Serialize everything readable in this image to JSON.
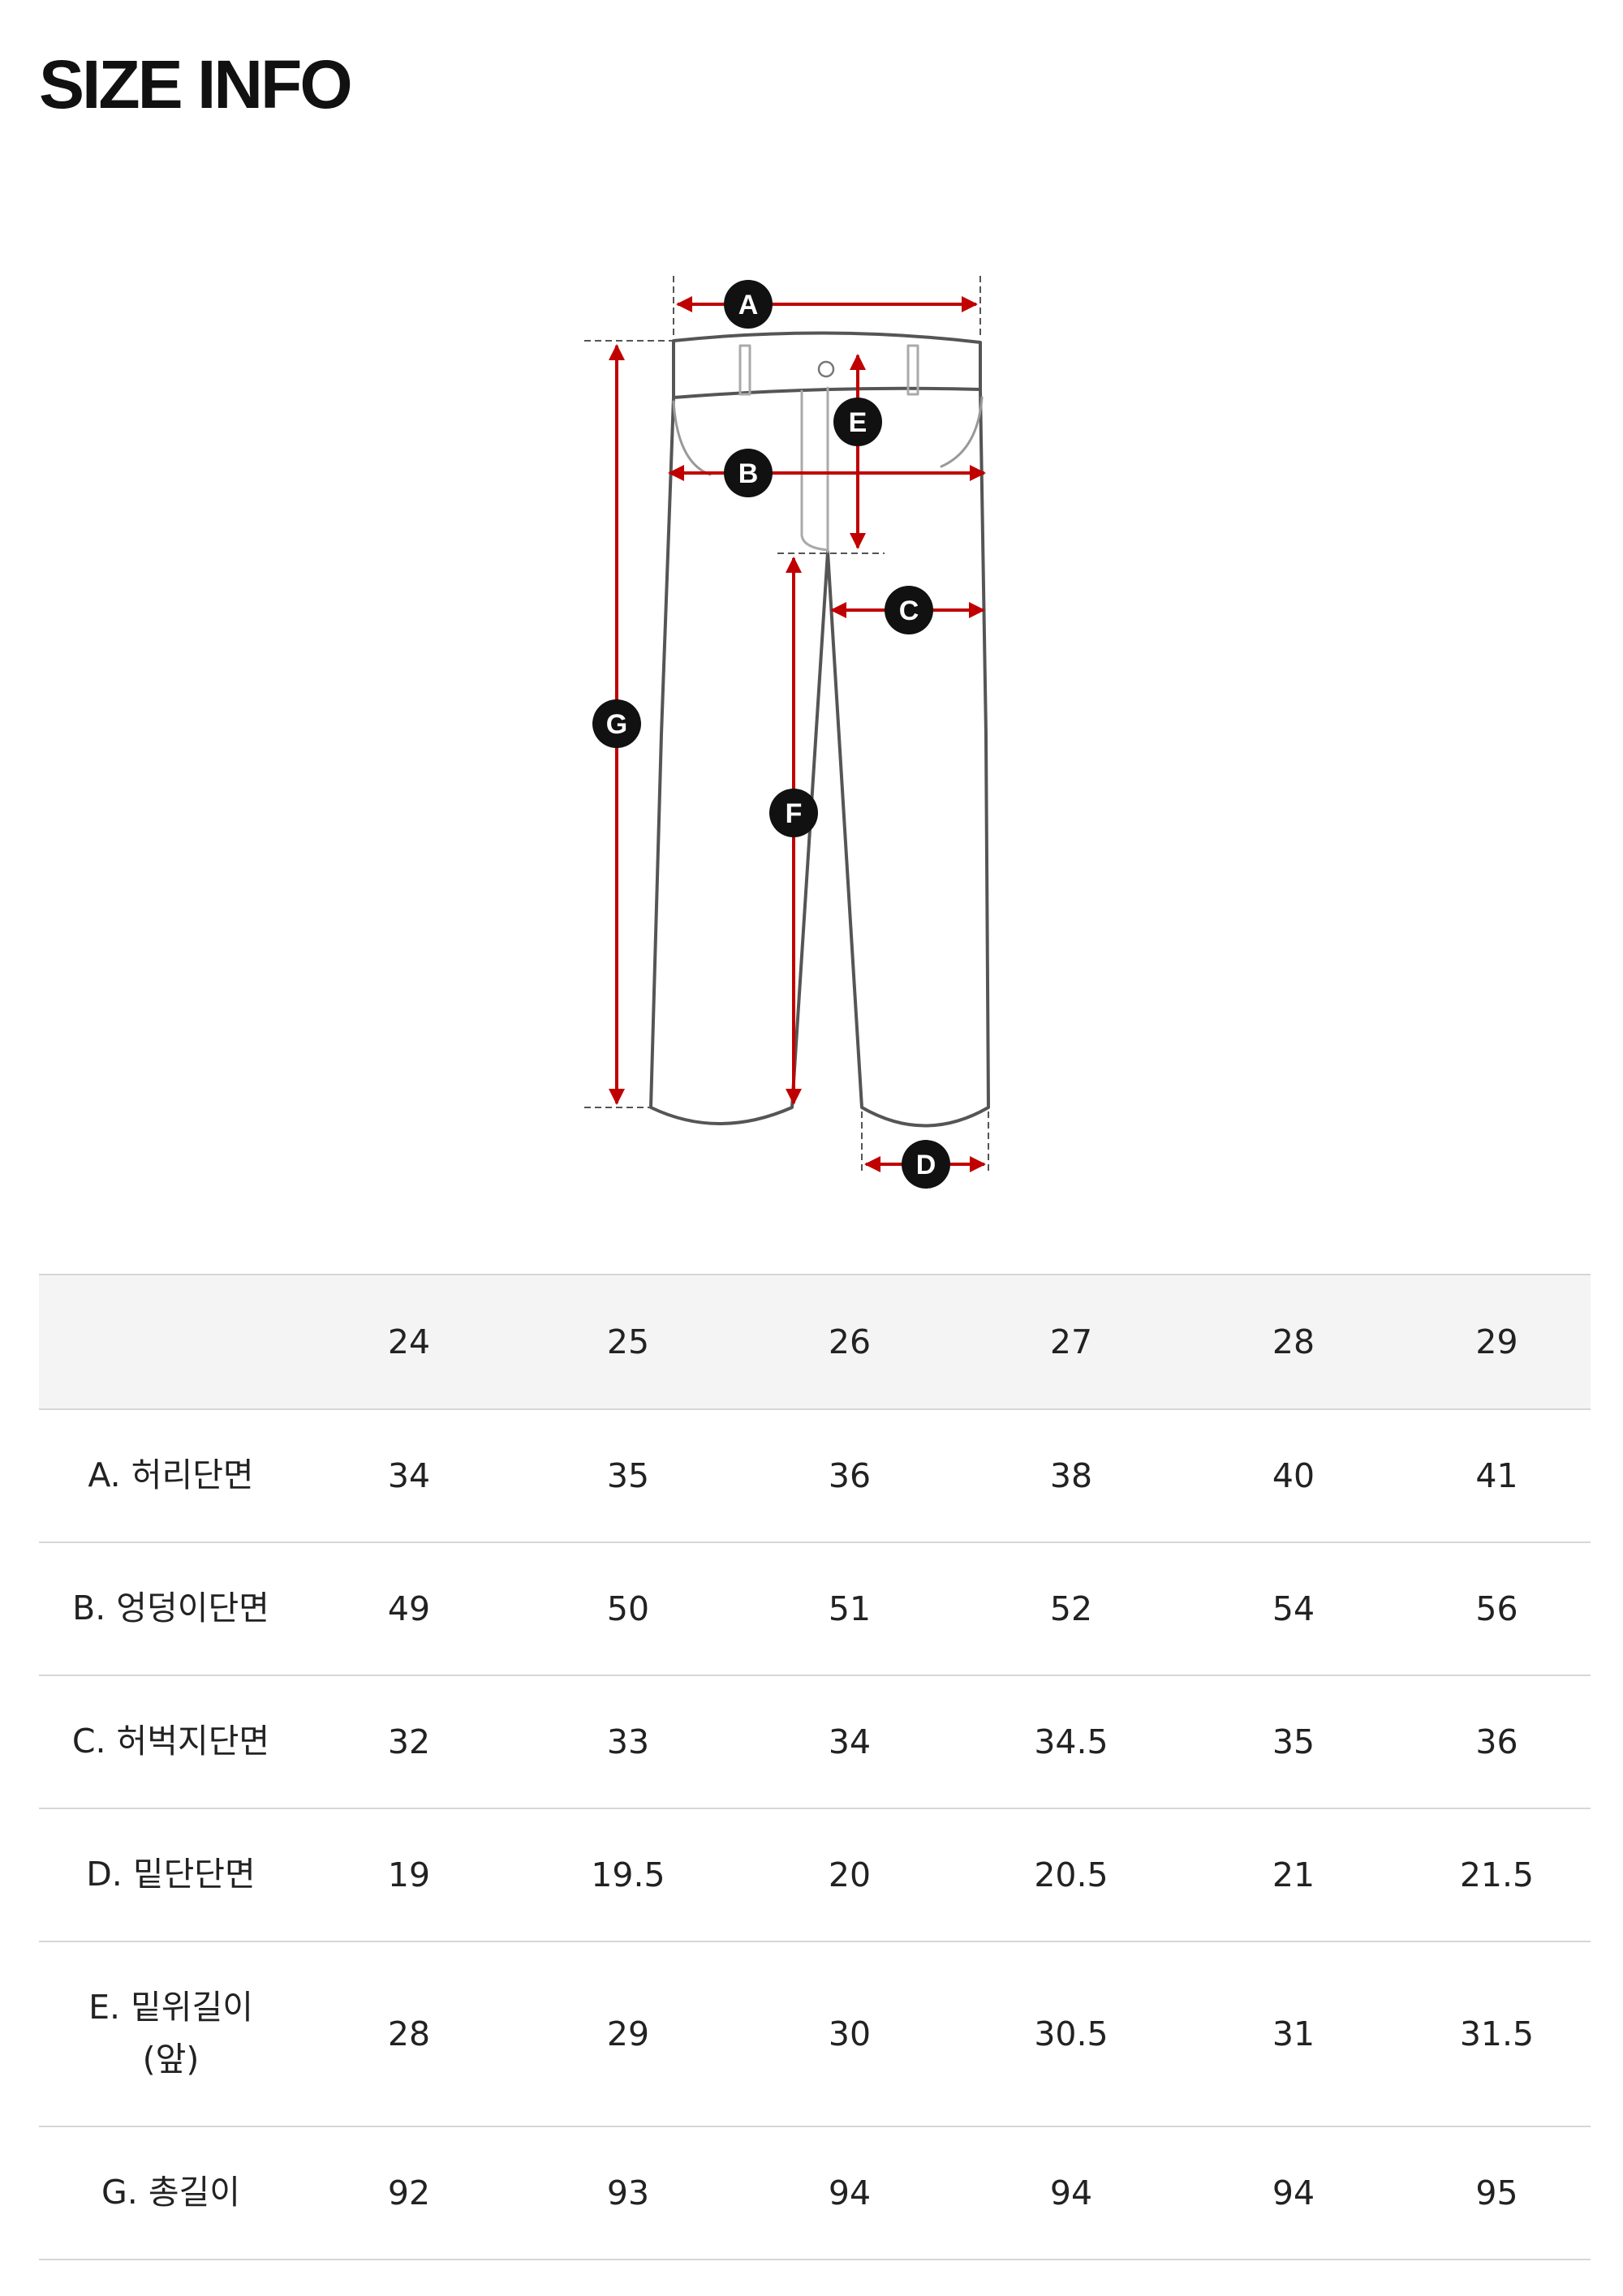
{
  "title": "SIZE INFO",
  "diagram": {
    "markers": [
      "A",
      "B",
      "C",
      "D",
      "E",
      "F",
      "G"
    ],
    "arrow_color": "#c00000",
    "outline_color": "#555555"
  },
  "table": {
    "header": [
      "",
      "24",
      "25",
      "26",
      "27",
      "28",
      "29"
    ],
    "rows": [
      {
        "label": "A. 허리단면",
        "values": [
          "34",
          "35",
          "36",
          "38",
          "40",
          "41"
        ]
      },
      {
        "label": "B. 엉덩이단면",
        "values": [
          "49",
          "50",
          "51",
          "52",
          "54",
          "56"
        ]
      },
      {
        "label": "C. 허벅지단면",
        "values": [
          "32",
          "33",
          "34",
          "34.5",
          "35",
          "36"
        ]
      },
      {
        "label": "D. 밑단단면",
        "values": [
          "19",
          "19.5",
          "20",
          "20.5",
          "21",
          "21.5"
        ]
      },
      {
        "label": "E. 밑위길이\n(앞)",
        "values": [
          "28",
          "29",
          "30",
          "30.5",
          "31",
          "31.5"
        ]
      },
      {
        "label": "G. 총길이",
        "values": [
          "92",
          "93",
          "94",
          "94",
          "94",
          "95"
        ]
      }
    ]
  }
}
